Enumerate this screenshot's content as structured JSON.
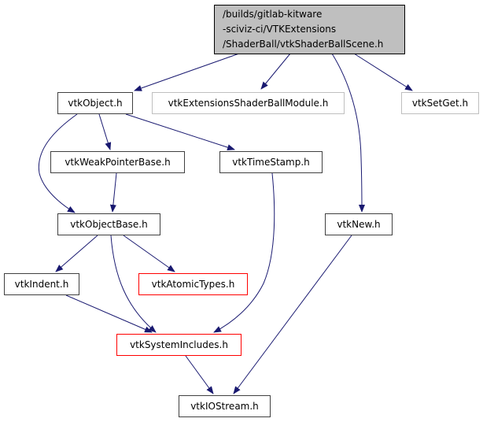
{
  "edge_color": "#191970",
  "nodes": {
    "root": {
      "label": "/builds/gitlab-kitware\n-sciviz-ci/VTKExtensions\n/ShaderBall/vtkShaderBallScene.h",
      "style": "gray-fill"
    },
    "vtkObject": {
      "label": "vtkObject.h",
      "style": "documented"
    },
    "module": {
      "label": "vtkExtensionsShaderBallModule.h",
      "style": "undocumented"
    },
    "setget": {
      "label": "vtkSetGet.h",
      "style": "undocumented"
    },
    "weak": {
      "label": "vtkWeakPointerBase.h",
      "style": "documented"
    },
    "timestamp": {
      "label": "vtkTimeStamp.h",
      "style": "documented"
    },
    "objectbase": {
      "label": "vtkObjectBase.h",
      "style": "documented"
    },
    "new": {
      "label": "vtkNew.h",
      "style": "documented"
    },
    "indent": {
      "label": "vtkIndent.h",
      "style": "documented"
    },
    "atomic": {
      "label": "vtkAtomicTypes.h",
      "style": "truncated"
    },
    "sysinc": {
      "label": "vtkSystemIncludes.h",
      "style": "truncated"
    },
    "iostream": {
      "label": "vtkIOStream.h",
      "style": "documented"
    }
  },
  "edges": [
    [
      "root",
      "vtkObject"
    ],
    [
      "root",
      "module"
    ],
    [
      "root",
      "new"
    ],
    [
      "root",
      "setget"
    ],
    [
      "vtkObject",
      "objectbase"
    ],
    [
      "vtkObject",
      "weak"
    ],
    [
      "vtkObject",
      "timestamp"
    ],
    [
      "weak",
      "objectbase"
    ],
    [
      "timestamp",
      "sysinc"
    ],
    [
      "objectbase",
      "indent"
    ],
    [
      "objectbase",
      "sysinc"
    ],
    [
      "objectbase",
      "atomic"
    ],
    [
      "indent",
      "sysinc"
    ],
    [
      "sysinc",
      "iostream"
    ],
    [
      "new",
      "iostream"
    ]
  ]
}
